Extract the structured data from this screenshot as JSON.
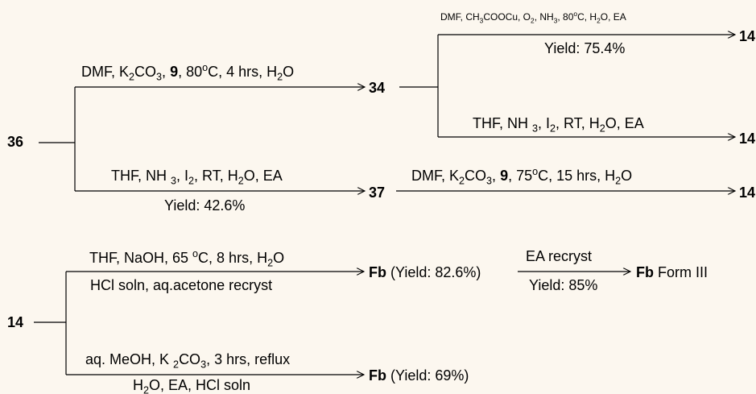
{
  "colors": {
    "background": "#fcf7ef",
    "ink": "#000000"
  },
  "nodes": {
    "n36": "36",
    "n34": "34",
    "n37": "37",
    "n14_top": "14",
    "n14_mid": "14",
    "n14_low": "14",
    "n14_start": "14",
    "fb1": "Fb",
    "fb1_yield": "(Yield: 82.6%)",
    "fb_form": "Fb",
    "form_label": "Form III",
    "fb2": "Fb",
    "fb2_yield": "(Yield: 69%)"
  },
  "conditions": {
    "c1_a": "DMF, CH",
    "c1_b": "3",
    "c1_c": "COOCu, O",
    "c1_d": "2",
    "c1_e": ", NH",
    "c1_f": "3",
    "c1_g": ", 80",
    "c1_h": "o",
    "c1_i": "C, H",
    "c1_j": "2",
    "c1_k": "O, EA",
    "c1_yield": "Yield: 75.4%",
    "c2_a": "DMF, K",
    "c2_b": "2",
    "c2_c": "CO",
    "c2_d": "3",
    "c2_e": ", ",
    "c2_f": "9",
    "c2_g": ", 80",
    "c2_h": "o",
    "c2_i": "C, 4 hrs, H",
    "c2_j": "2",
    "c2_k": "O",
    "c3_a": "THF, NH ",
    "c3_b": "3",
    "c3_c": ", I",
    "c3_d": "2",
    "c3_e": ", RT, H",
    "c3_f": "2",
    "c3_g": "O, EA",
    "c4_a": "THF, NH ",
    "c4_b": "3",
    "c4_c": ", I",
    "c4_d": "2",
    "c4_e": ", RT, H",
    "c4_f": "2",
    "c4_g": "O, EA",
    "c4_yield": "Yield: 42.6%",
    "c5_a": "DMF, K",
    "c5_b": "2",
    "c5_c": "CO",
    "c5_d": "3",
    "c5_e": ", ",
    "c5_f": "9",
    "c5_g": ", 75",
    "c5_h": "o",
    "c5_i": "C, 15 hrs, H",
    "c5_j": "2",
    "c5_k": "O",
    "c6_a": "THF, NaOH, 65 ",
    "c6_b": "o",
    "c6_c": "C, 8 hrs, H",
    "c6_d": "2",
    "c6_e": "O",
    "c6_below": "HCl soln, aq.acetone recryst",
    "c7_above": "EA recryst",
    "c7_below": "Yield: 85%",
    "c8_a": "aq. MeOH, K ",
    "c8_b": "2",
    "c8_c": "CO",
    "c8_d": "3",
    "c8_e": ", 3 hrs, reflux",
    "c8_f": "H",
    "c8_g": "2",
    "c8_h": "O, EA, HCl soln"
  }
}
